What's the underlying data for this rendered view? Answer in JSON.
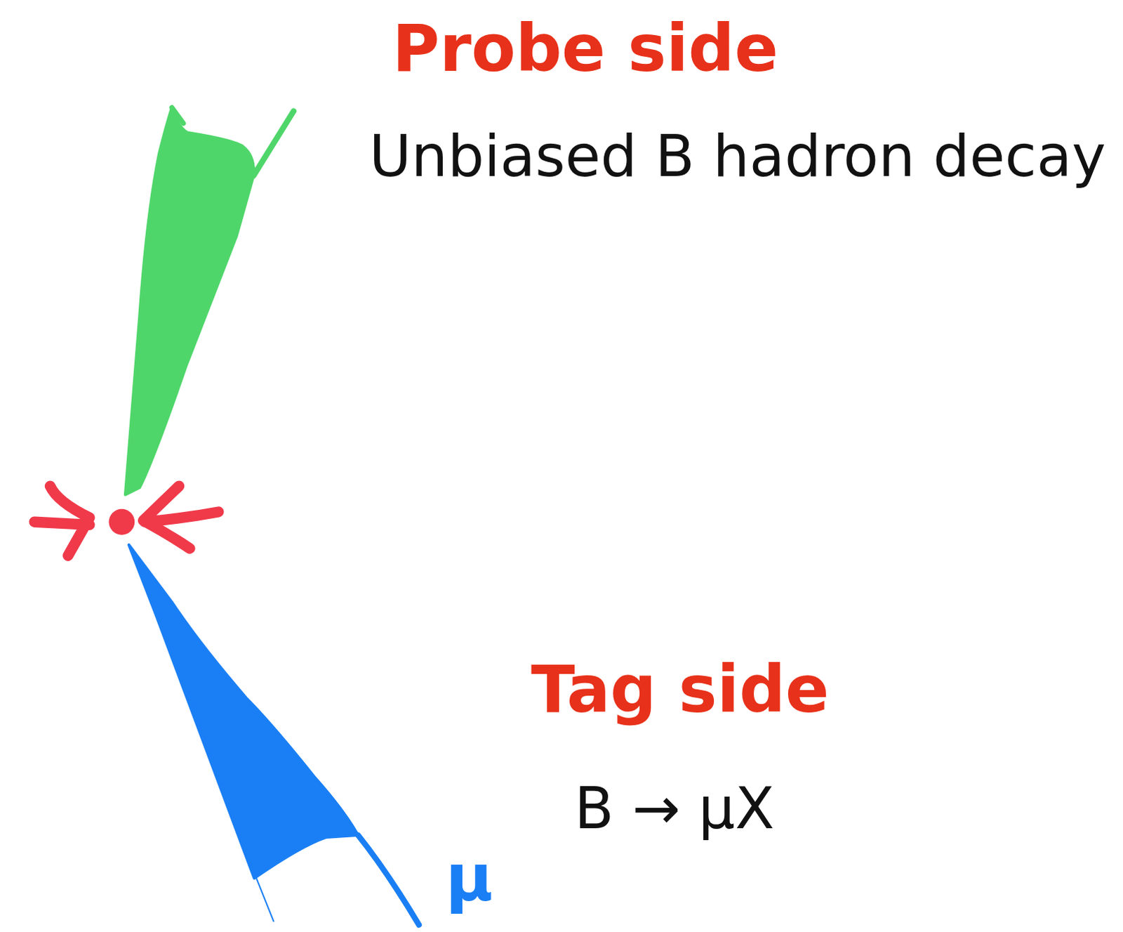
{
  "diagram": {
    "labels": [
      "Probe side",
      "Unbiased B hadron decay",
      "Tag side",
      "B → μX",
      "μ"
    ]
  }
}
